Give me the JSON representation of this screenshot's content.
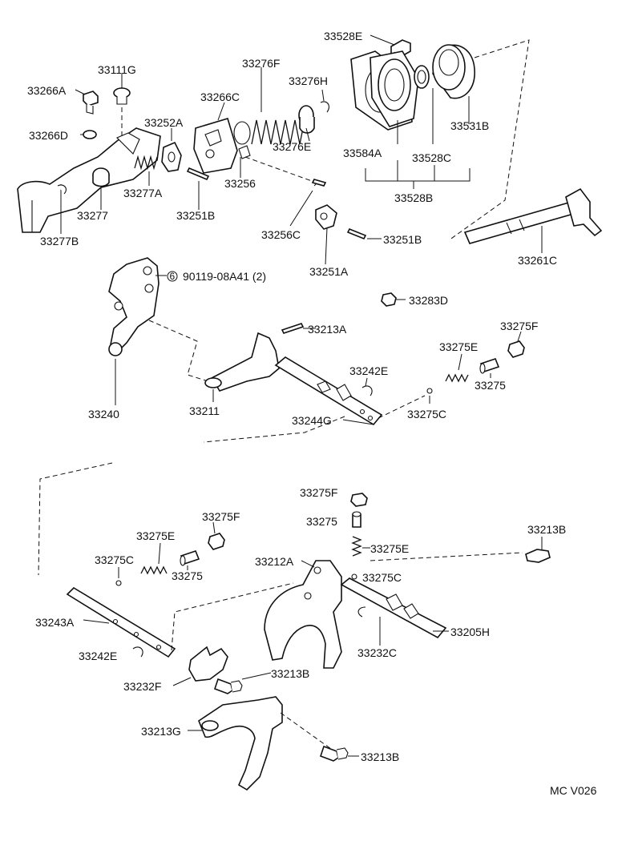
{
  "labels": {
    "l33528E": "33528E",
    "l33111G": "33111G",
    "l33266A": "33266A",
    "l33266D": "33266D",
    "l33276F": "33276F",
    "l33276H": "33276H",
    "l33266C": "33266C",
    "l33252A": "33252A",
    "l33276E": "33276E",
    "l33531B": "33531B",
    "l33584A": "33584A",
    "l33528C": "33528C",
    "l33528B": "33528B",
    "l33256": "33256",
    "l33277A": "33277A",
    "l33277": "33277",
    "l33251B_a": "33251B",
    "l33277B": "33277B",
    "l33256C": "33256C",
    "l33251B_b": "33251B",
    "l33261C": "33261C",
    "l33251A": "33251A",
    "l90119": "90119-08A41 (2)",
    "l90119_mark": "6",
    "l33283D": "33283D",
    "l33213A": "33213A",
    "l33275F_a": "33275F",
    "l33275E_a": "33275E",
    "l33242E_a": "33242E",
    "l33275_a": "33275",
    "l33240": "33240",
    "l33211": "33211",
    "l33244G": "33244G",
    "l33275C_a": "33275C",
    "l33275F_b": "33275F",
    "l33275_b": "33275",
    "l33275F_c": "33275F",
    "l33213B_a": "33213B",
    "l33275E_b": "33275E",
    "l33275E_c": "33275E",
    "l33275C_b": "33275C",
    "l33212A": "33212A",
    "l33275_c": "33275",
    "l33275C_c": "33275C",
    "l33243A": "33243A",
    "l33205H": "33205H",
    "l33242E_b": "33242E",
    "l33232C": "33232C",
    "l33232F": "33232F",
    "l33213B_b": "33213B",
    "l33213G": "33213G",
    "l33213B_c": "33213B",
    "diagram_code": "MC V026"
  }
}
